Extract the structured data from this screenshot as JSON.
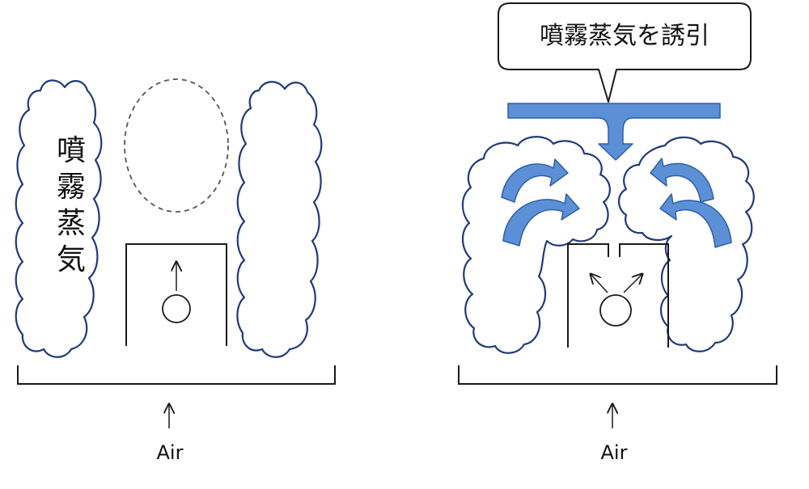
{
  "left_panel": {
    "cloud_label_chars": [
      "噴",
      "霧",
      "蒸",
      "気"
    ],
    "air_label": "Air"
  },
  "right_panel": {
    "callout_text": "噴霧蒸気を誘引",
    "air_label": "Air"
  }
}
